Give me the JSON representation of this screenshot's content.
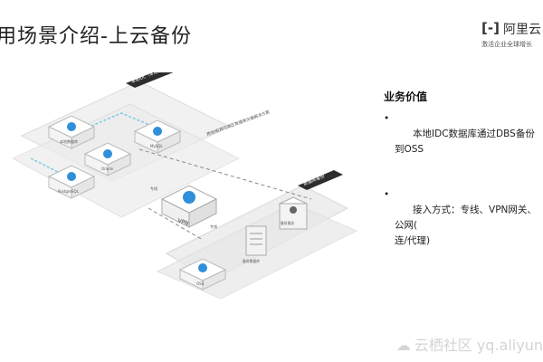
{
  "title": "用场景介绍-上云备份",
  "logo": {
    "mark": "[-]",
    "name": "阿里云",
    "slogan": "激活企业全球增长"
  },
  "diagram": {
    "local_idc_tag": "本地IDC（本地数据库）",
    "cloud_tag": "数据库备份",
    "path_label": "跨地域/跨可用区数据库灾备解决方案",
    "local_nodes": [
      "本地数据库",
      "MySQL",
      "Oracle",
      "PostgreSQL"
    ],
    "vpn_label": "VPN",
    "link_label_left": "专线",
    "link_label_right": "专线",
    "cloud_nodes": [
      "备份服务",
      "备份数据库",
      "OSS"
    ]
  },
  "business_value": {
    "heading": "业务价值",
    "items": [
      "本地IDC数据库通过DBS备份到OSS",
      "接入方式：专线、VPN网关、公网(\n连/代理)"
    ]
  },
  "watermark": "云栖社区 yq.aliyun",
  "colors": {
    "accent": "#2f8fd8",
    "cyan_link": "#7cc9e8",
    "tag_dark": "#2d2d2d",
    "platform": "#e9e9e9"
  }
}
